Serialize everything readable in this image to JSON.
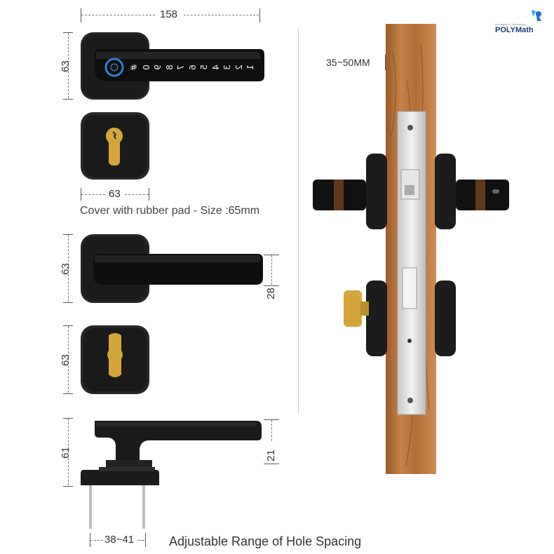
{
  "brand": {
    "name": "POLYMath",
    "tagline": "Innovation & Technology"
  },
  "dimensions": {
    "width_handle": "158",
    "height_keypad": "63",
    "cover_width": "63",
    "height_handle2": "63",
    "lever_height": "28",
    "height_cylinder": "63",
    "side_height": "61",
    "side_lever": "21",
    "hole_spacing": "38~41",
    "door_thickness": "35~50MM"
  },
  "captions": {
    "cover": "Cover with rubber pad - Size :65mm",
    "hole_spacing": "Adjustable Range of Hole Spacing"
  },
  "keypad": {
    "digits": [
      "1",
      "2",
      "3",
      "4",
      "5",
      "6",
      "7",
      "8",
      "9",
      "0",
      "#"
    ]
  },
  "colors": {
    "body": "#1e1e1e",
    "plate": "#2a2a2a",
    "brass": "#d4a53a",
    "wood": "#b8743e",
    "steel": "#d8d8d8",
    "fingerprint": "#2f7fd0"
  }
}
